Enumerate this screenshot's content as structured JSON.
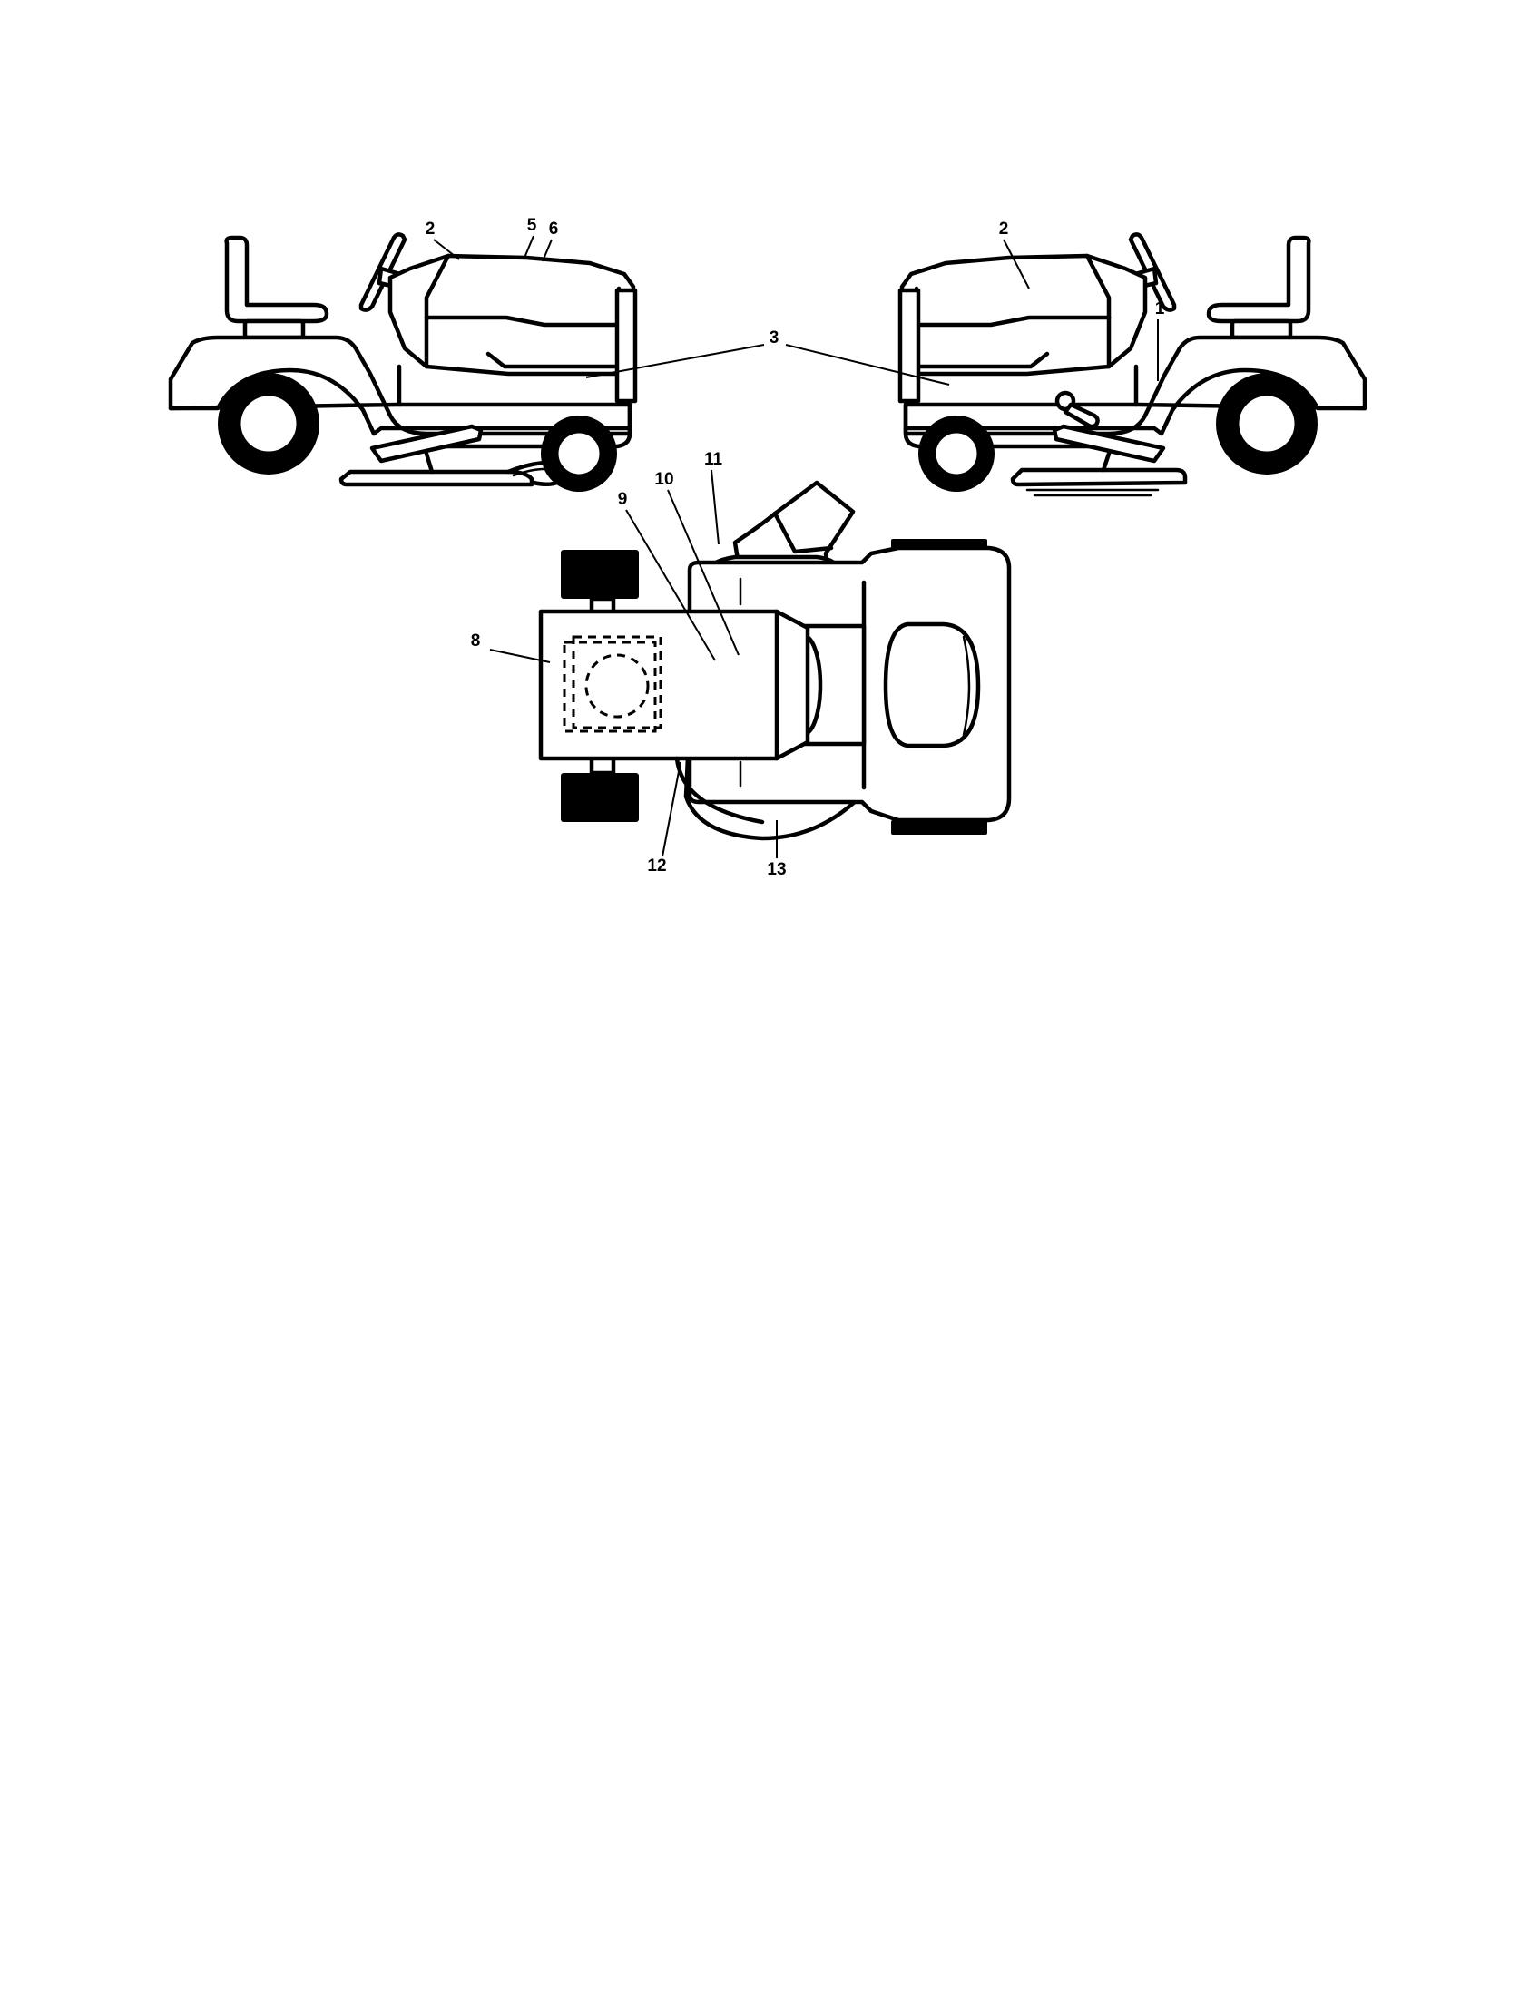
{
  "callouts": {
    "c1": "1",
    "c2_left": "2",
    "c2_right": "2",
    "c3": "3",
    "c5": "5",
    "c6": "6",
    "c8": "8",
    "c9": "9",
    "c10": "10",
    "c11": "11",
    "c12": "12",
    "c13": "13"
  }
}
